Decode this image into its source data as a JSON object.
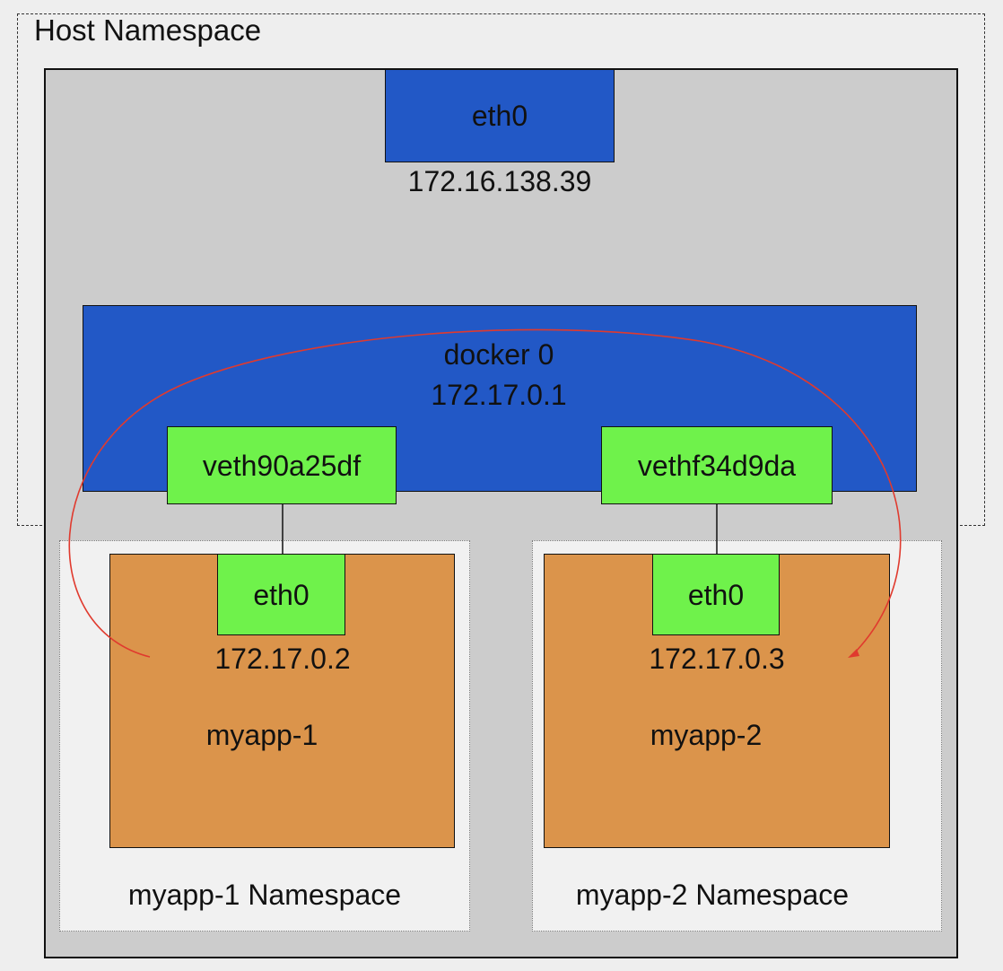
{
  "host_namespace": {
    "label": "Host Namespace"
  },
  "host_interface": {
    "name": "eth0",
    "ip": "172.16.138.39"
  },
  "bridge": {
    "name": "docker 0",
    "ip": "172.17.0.1"
  },
  "veth_pairs": [
    {
      "name": "veth90a25df"
    },
    {
      "name": "vethf34d9da"
    }
  ],
  "containers": [
    {
      "app": "myapp-1",
      "namespace": "myapp-1 Namespace",
      "interface": "eth0",
      "ip": "172.17.0.2"
    },
    {
      "app": "myapp-2",
      "namespace": "myapp-2 Namespace",
      "interface": "eth0",
      "ip": "172.17.0.3"
    }
  ],
  "colors": {
    "host_background": "#cccccc",
    "interface_blue": "#2258c6",
    "veth_green": "#6ff24b",
    "container_orange": "#db944b",
    "namespace_background": "#f1f1f1",
    "flow_arrow": "#e03a2e"
  }
}
